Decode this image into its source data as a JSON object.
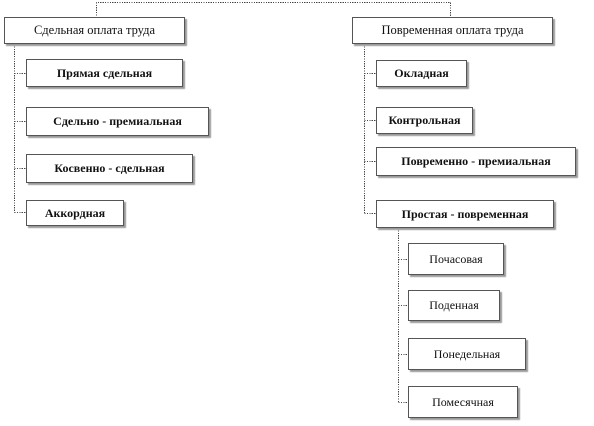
{
  "diagram": {
    "roots": [
      {
        "label": "Сдельная оплата труда",
        "children": [
          {
            "label": "Прямая  сдельная"
          },
          {
            "label": "Сдельно - премиальная"
          },
          {
            "label": "Косвенно - сдельная"
          },
          {
            "label": "Аккордная"
          }
        ]
      },
      {
        "label": "Повременная оплата труда",
        "children": [
          {
            "label": "Окладная"
          },
          {
            "label": "Контрольная"
          },
          {
            "label": "Повременно - премиальная"
          },
          {
            "label": "Простая  - повременная",
            "children": [
              {
                "label": "Почасовая"
              },
              {
                "label": "Поденная"
              },
              {
                "label": "Понедельная"
              },
              {
                "label": "Помесячная"
              }
            ]
          }
        ]
      }
    ]
  },
  "colors": {
    "line": "#444444",
    "border": "#555555",
    "shadow": "#9a9a9a"
  }
}
